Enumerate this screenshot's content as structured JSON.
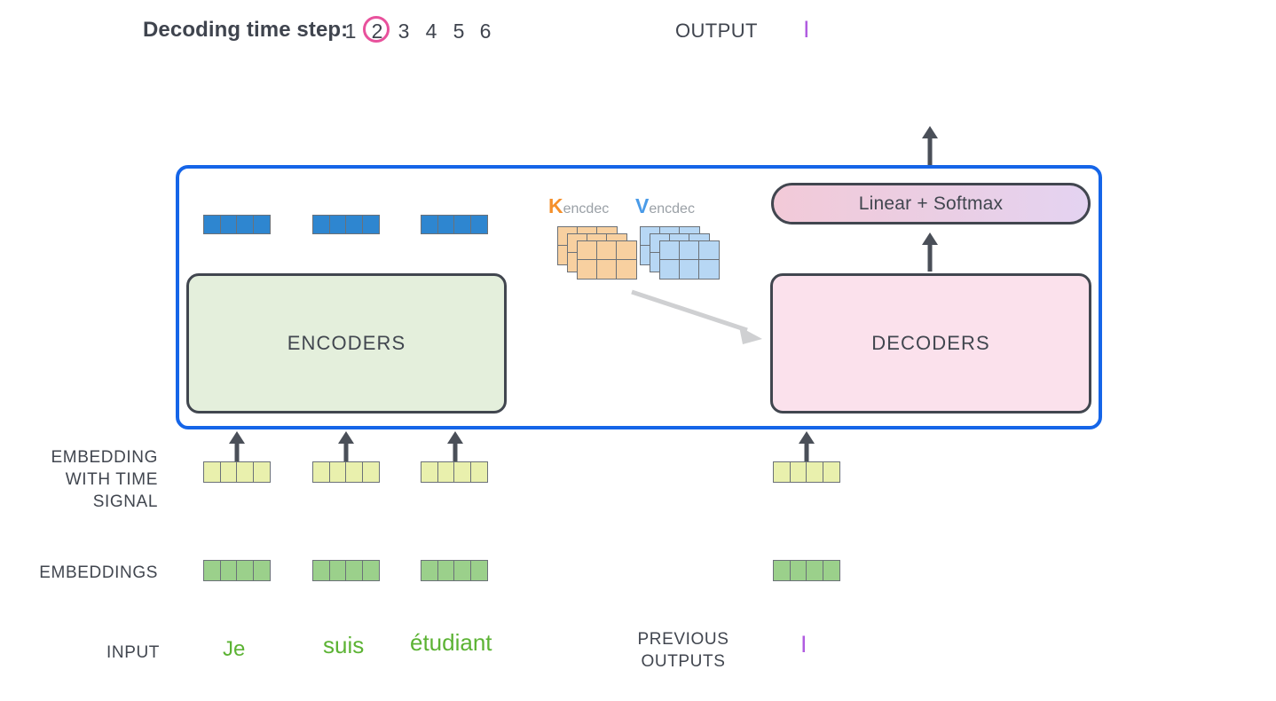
{
  "header": {
    "decoding_label": "Decoding time step:",
    "steps": [
      "1",
      "2",
      "3",
      "4",
      "5",
      "6"
    ],
    "active_step": "2",
    "active_step_color": "#e8519c",
    "output_label": "OUTPUT",
    "output_token": "I",
    "output_token_color": "#b05ce0"
  },
  "model": {
    "container_border_color": "#1565e8",
    "encoders_label": "ENCODERS",
    "decoders_label": "DECODERS",
    "linear_softmax_label": "Linear + Softmax",
    "encoder_color": "#e4efdc",
    "decoder_color": "#fbe1ec",
    "encoder_output_vectors": [
      {
        "cells": 4,
        "color": "#2e86d0"
      },
      {
        "cells": 4,
        "color": "#2e86d0"
      },
      {
        "cells": 4,
        "color": "#2e86d0"
      }
    ],
    "attention": {
      "k": {
        "letter": "K",
        "subscript": "encdec",
        "letter_color": "#f5902b",
        "matrix_color": "#f8d0a0",
        "rows": 2,
        "cols": 3,
        "depth": 3
      },
      "v": {
        "letter": "V",
        "subscript": "encdec",
        "letter_color": "#4a9be8",
        "matrix_color": "#b7d7f4",
        "rows": 2,
        "cols": 3,
        "depth": 3
      }
    }
  },
  "rows": {
    "embedding_with_time_signal": {
      "label_line1": "EMBEDDING",
      "label_line2": "WITH TIME",
      "label_line3": "SIGNAL",
      "cell_color": "#e9f0ad",
      "vectors": [
        {
          "cells": 4
        },
        {
          "cells": 4
        },
        {
          "cells": 4
        },
        {
          "cells": 4
        }
      ]
    },
    "embeddings": {
      "label": "EMBEDDINGS",
      "cell_color": "#9bd08b",
      "vectors": [
        {
          "cells": 4
        },
        {
          "cells": 4
        },
        {
          "cells": 4
        },
        {
          "cells": 4
        }
      ]
    },
    "input": {
      "label": "INPUT",
      "words": [
        "Je",
        "suis",
        "étudiant"
      ],
      "word_color": "#5cb334",
      "previous_outputs_line1": "PREVIOUS",
      "previous_outputs_line2": "OUTPUTS",
      "previous_output_token": "I"
    }
  }
}
